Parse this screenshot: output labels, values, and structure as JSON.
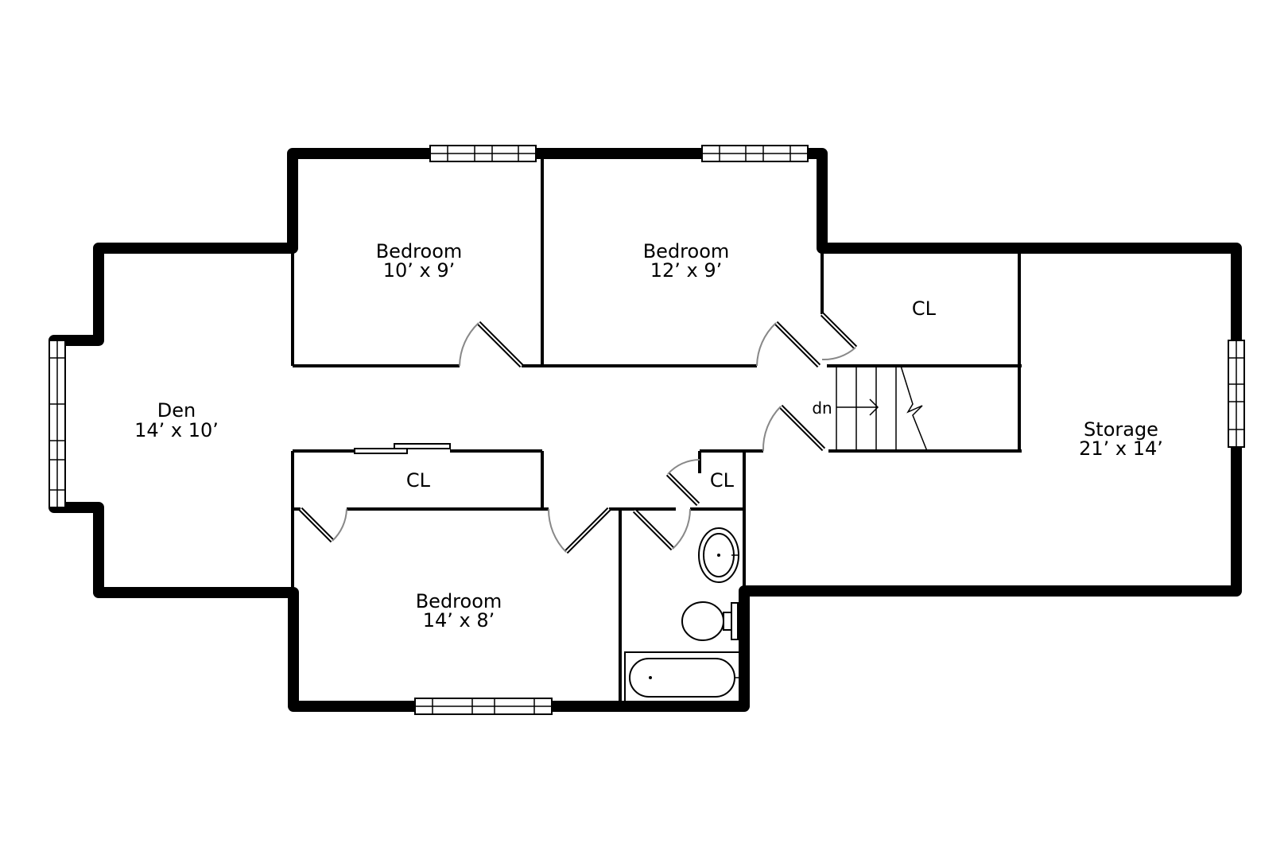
{
  "rooms": {
    "den": {
      "name": "Den",
      "size": "14’ x 10’"
    },
    "bedroom1": {
      "name": "Bedroom",
      "size": "10’ x 9’"
    },
    "bedroom2": {
      "name": "Bedroom",
      "size": "12’ x 9’"
    },
    "bedroom3": {
      "name": "Bedroom",
      "size": "14’ x 8’"
    },
    "storage": {
      "name": "Storage",
      "size": "21’ x 14’"
    },
    "closet_top_right": {
      "name": "CL"
    },
    "closet_bottom_left": {
      "name": "CL"
    },
    "closet_small": {
      "name": "CL"
    }
  },
  "stairs": {
    "label": "dn"
  }
}
